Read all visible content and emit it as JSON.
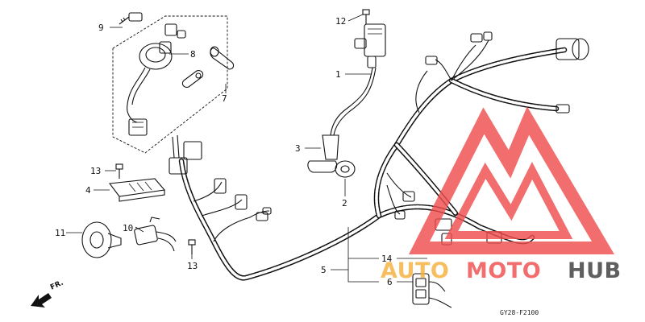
{
  "diagram": {
    "drawing_code": "GY28-F2100",
    "direction_label": "FR.",
    "callouts": [
      {
        "id": "c1",
        "label": "1"
      },
      {
        "id": "c2",
        "label": "2"
      },
      {
        "id": "c3",
        "label": "3"
      },
      {
        "id": "c4",
        "label": "4"
      },
      {
        "id": "c5",
        "label": "5"
      },
      {
        "id": "c6",
        "label": "6"
      },
      {
        "id": "c7",
        "label": "7"
      },
      {
        "id": "c8",
        "label": "8"
      },
      {
        "id": "c9",
        "label": "9"
      },
      {
        "id": "c10",
        "label": "10"
      },
      {
        "id": "c11",
        "label": "11"
      },
      {
        "id": "c12",
        "label": "12"
      },
      {
        "id": "c13a",
        "label": "13"
      },
      {
        "id": "c13b",
        "label": "13"
      },
      {
        "id": "c14",
        "label": "14"
      }
    ]
  },
  "watermark": {
    "word_left": "AUTO",
    "word_middle": "MOTO",
    "word_right": "HUB",
    "color_primary": "#f04e4e",
    "color_secondary": "#f6b03c",
    "color_dark": "#3d3d3d"
  }
}
